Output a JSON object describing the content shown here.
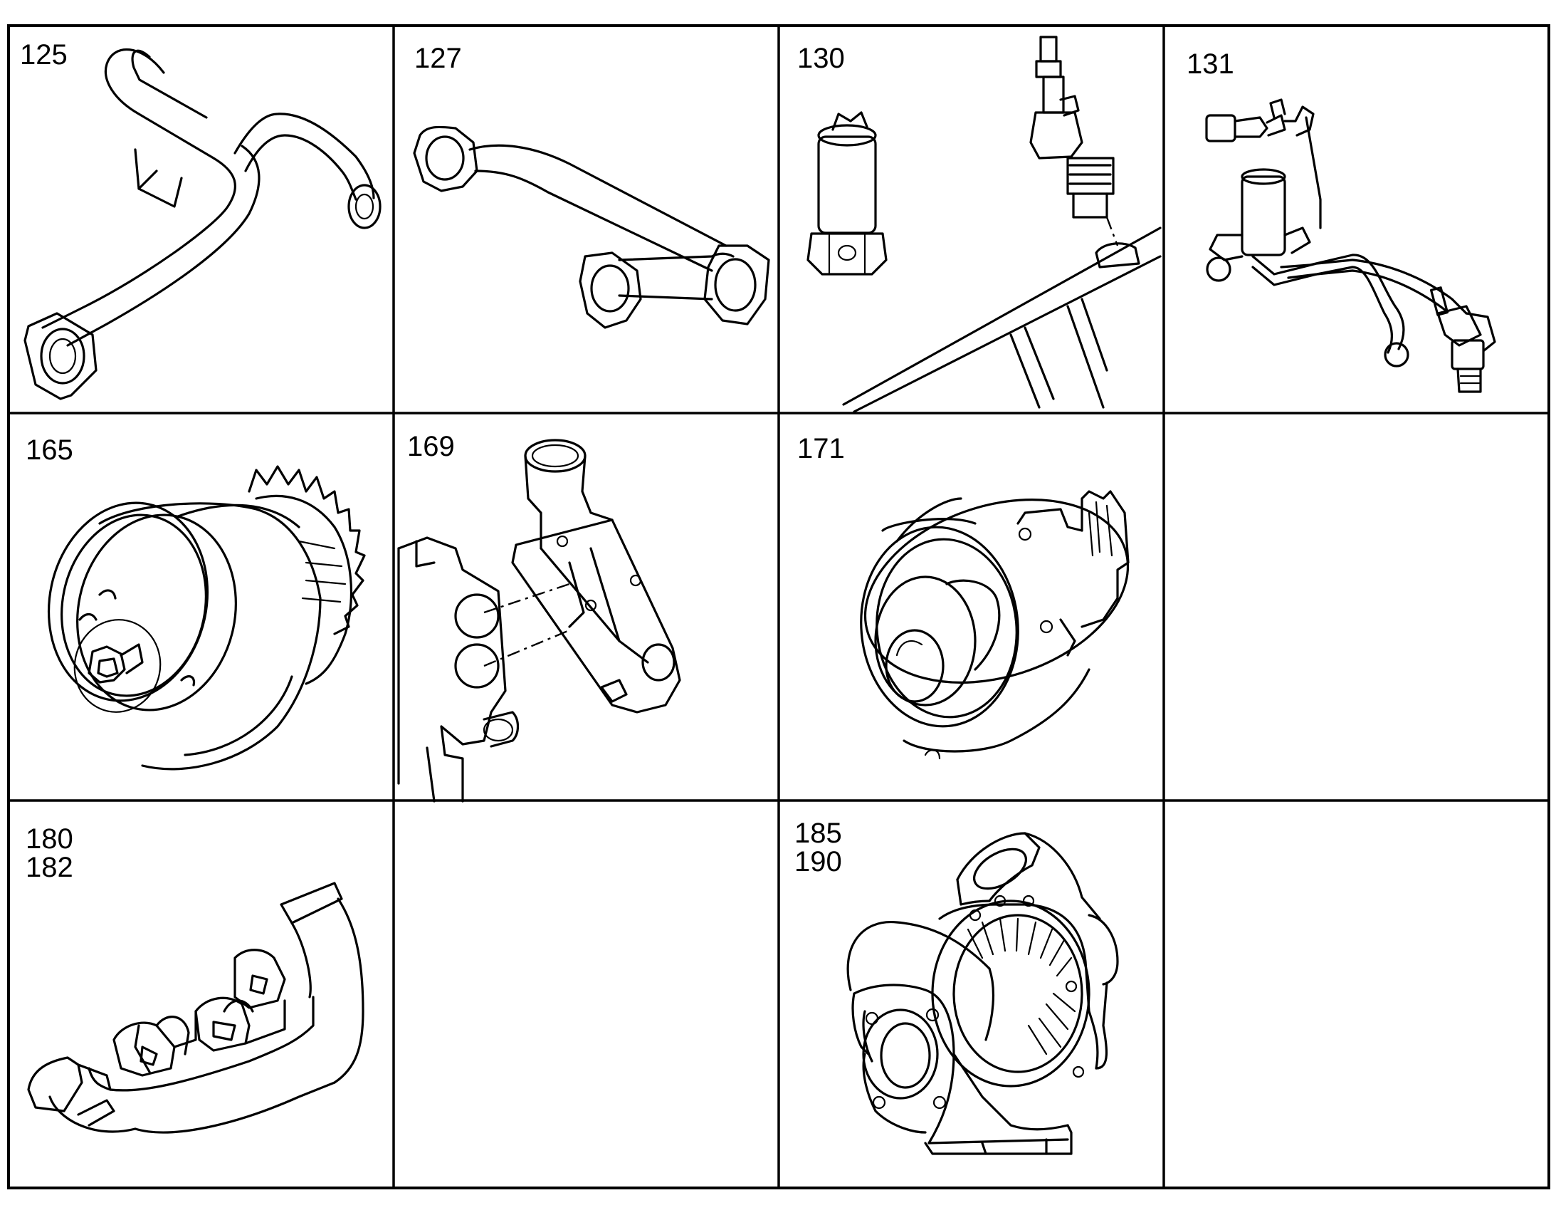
{
  "cells": [
    {
      "id": "cell-125",
      "label": "125",
      "part": "y-pipe"
    },
    {
      "id": "cell-127",
      "label": "127",
      "part": "exhaust-pipe"
    },
    {
      "id": "cell-130",
      "label": "130",
      "part": "injector"
    },
    {
      "id": "cell-131",
      "label": "131",
      "part": "injection-lines"
    },
    {
      "id": "cell-165",
      "label": "165",
      "part": "fan-pulley"
    },
    {
      "id": "cell-169",
      "label": "169",
      "part": "thermostat-housing"
    },
    {
      "id": "cell-171",
      "label": "171",
      "part": "water-pump"
    },
    {
      "id": "cell-empty-1",
      "label": "",
      "part": ""
    },
    {
      "id": "cell-180-182",
      "label": "180\n182",
      "part": "exhaust-manifold"
    },
    {
      "id": "cell-empty-2",
      "label": "",
      "part": ""
    },
    {
      "id": "cell-185-190",
      "label": "185\n190",
      "part": "turbocharger"
    },
    {
      "id": "cell-empty-3",
      "label": "",
      "part": ""
    }
  ]
}
